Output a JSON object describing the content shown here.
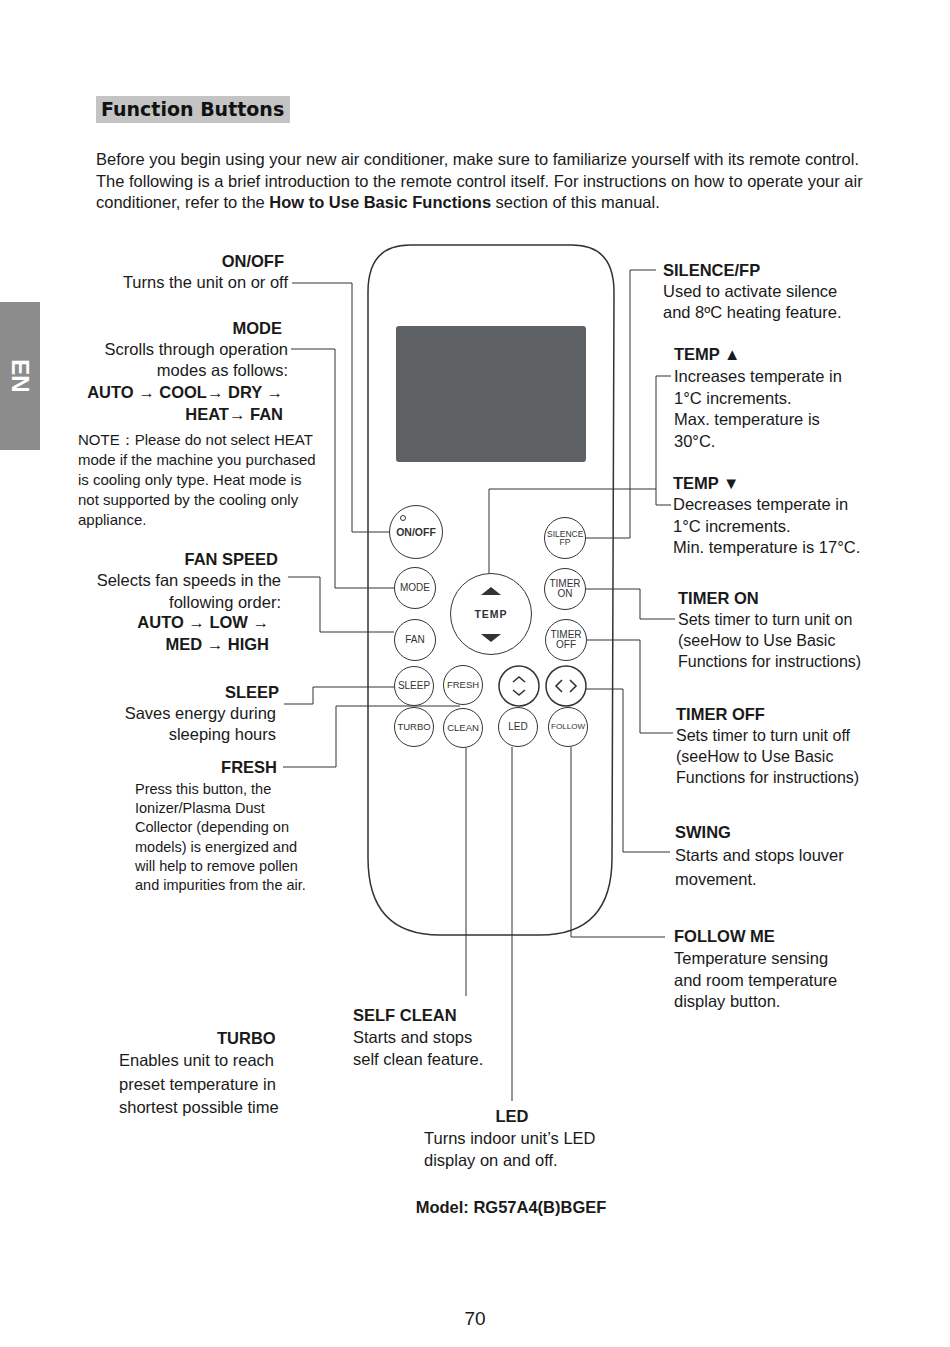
{
  "diagram": {
    "title": "Function Buttons",
    "caption": "Model: RG57A4(B)BGEF",
    "nodes": [
      {
        "text": [
          "ON/OFF"
        ]
      },
      {
        "text": [
          "SILENCE FP"
        ]
      },
      {
        "text": [
          "MODE"
        ]
      },
      {
        "text": [
          "TEMP"
        ]
      },
      {
        "text": [
          "TIMER ON"
        ]
      },
      {
        "text": [
          "FAN"
        ]
      },
      {
        "text": [
          "TIMER OFF"
        ]
      },
      {
        "text": [
          "SLEEP"
        ]
      },
      {
        "text": [
          "FRESH"
        ]
      },
      {
        "text": [
          "TURBO"
        ]
      },
      {
        "text": [
          "CLEAN"
        ]
      },
      {
        "text": [
          "LED"
        ]
      },
      {
        "text": [
          "FOLLOW"
        ]
      }
    ],
    "labels": [
      "Before you begin using your new air conditioner, make sure to familiarize yourself with its remote control. The following is a brief introduction to the remote control itself. For instructions on how to operate your air conditioner, refer to the",
      "How to Use Basic Functions",
      "section of this manual.",
      "EN",
      "ON/OFF",
      "Turns the unit on or off",
      "MODE",
      "Scrolls through operation modes as follows:",
      "AUTO → COOL→ DRY → HEAT→ FAN",
      "NOTE：Please do not select HEAT mode if the machine you purchased is cooling only type. Heat mode is not supported by the cooling only appliance.",
      "FAN SPEED",
      "Selects fan speeds in the following order:",
      "AUTO → LOW → MED → HIGH",
      "SLEEP",
      "Saves energy during sleeping hours",
      "FRESH",
      "Press this button, the Ionizer/Plasma Dust Collector (depending on models) is energized and will help to remove pollen and impurities from the air.",
      "TURBO",
      "Enables unit to reach preset temperature in shortest possible time",
      "SELF CLEAN",
      "Starts and stops self clean feature.",
      "LED",
      "Turns indoor unit’s LED display on and off.",
      "SILENCE/FP",
      "Used to activate silence and 8ºC heating feature.",
      "TEMP ▲",
      "Increases temperate in 1°C increments.",
      "Max. temperature is 30°C.",
      "TEMP ▼",
      "Decreases temperate in 1°C increments.",
      "Min. temperature is 17°C.",
      "TIMER ON",
      "Sets timer to turn unit on (seeHow to Use Basic Functions for instructions)",
      "TIMER OFF",
      "Sets timer to turn unit off (seeHow to Use Basic Functions for instructions)",
      "SWING",
      "Starts and stops louver movement.",
      "FOLLOW ME",
      "Temperature sensing and room temperature display button.",
      "70"
    ]
  }
}
